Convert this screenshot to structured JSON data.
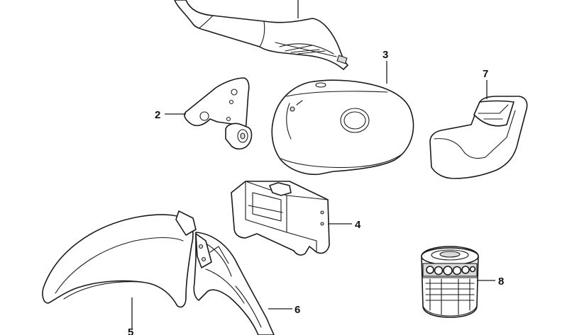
{
  "diagram": {
    "callouts": [
      {
        "id": "2",
        "label": "2"
      },
      {
        "id": "3",
        "label": "3"
      },
      {
        "id": "4",
        "label": "4"
      },
      {
        "id": "5",
        "label": "5"
      },
      {
        "id": "6",
        "label": "6"
      },
      {
        "id": "7",
        "label": "7"
      },
      {
        "id": "8",
        "label": "8"
      }
    ]
  }
}
